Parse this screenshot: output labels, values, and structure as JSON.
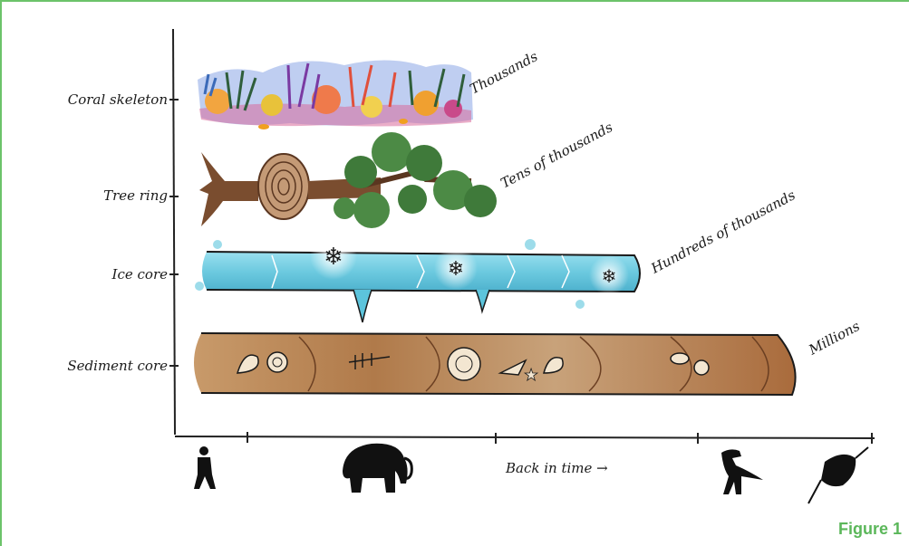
{
  "y_labels": {
    "coral": "Coral skeleton",
    "tree": "Tree ring",
    "ice": "Ice core",
    "sediment": "Sediment core"
  },
  "spans": {
    "coral": "Thousands",
    "tree": "Tens of thousands",
    "ice": "Hundreds of thousands",
    "sediment": "Millions"
  },
  "x_axis_label": "Back in time →",
  "figure_label": "Figure 1",
  "icons": [
    "human-icon",
    "mammoth-icon",
    "t-rex-icon",
    "trilobite-icon"
  ],
  "colors": {
    "frame": "#6cc36a",
    "figure_label": "#5bb75a",
    "ice": "#5cc4dc",
    "sediment": "#a7683a",
    "tree_trunk": "#7a4d2f",
    "tree_leaves": "#3f7a3a"
  }
}
